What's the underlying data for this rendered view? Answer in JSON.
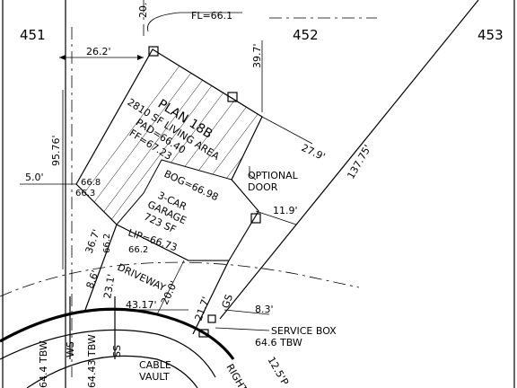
{
  "lots": {
    "lot_451": "451",
    "lot_452": "452",
    "lot_453": "453"
  },
  "plan": {
    "name": "PLAN 18B",
    "living_area": "2810 SF LIVING AREA",
    "pad": "PAD=66.40",
    "ff": "FF=67.23"
  },
  "garage": {
    "bog": "BOG=66.98",
    "line1": "3-CAR",
    "line2": "GARAGE",
    "area": "723 SF"
  },
  "elevations": {
    "fl": "FL=66.1",
    "lip": "LIP=66.73",
    "e66_8": "66.8",
    "e66_3": "66.3",
    "e66_2a": "66.2",
    "e66_2b": "66.2"
  },
  "dimensions": {
    "d26_2": "26.2'",
    "d39_7": "39.7'",
    "d27_9": "27.9'",
    "d137_75": "137.75'",
    "d11_9": "11.9'",
    "d95_76": "95.76'",
    "d5_0": "5.0'",
    "d36_7": "36.7'",
    "d8_6": "8.6'",
    "d23_1": "23.1'",
    "d43_17": "43.17'",
    "d20_0": "20.0'",
    "d21_7": "21.7'",
    "d8_3": "8.3'",
    "d12_5": "12.5'",
    "d20_top": "20."
  },
  "labels": {
    "optional": "OPTIONAL",
    "door": "DOOR",
    "driveway": "DRIVEWAY",
    "service_box": "SERVICE BOX",
    "tbw_646": "64.6 TBW",
    "cable": "CABLE",
    "vault": "VAULT",
    "gs": "GS",
    "ws": "WS",
    "ss": "SS",
    "tbw_644": "64.4 TBW",
    "tbw_6443": "64.43 TBW",
    "right": "RIGHT",
    "p": "P"
  }
}
